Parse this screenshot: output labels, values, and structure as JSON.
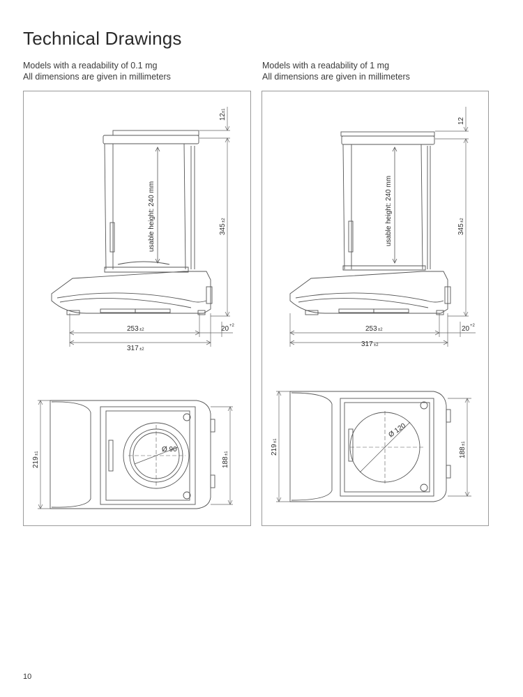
{
  "page": {
    "title": "Technical Drawings",
    "page_number": "10"
  },
  "left": {
    "caption_line1": "Models with a readability of 0.1 mg",
    "caption_line2": "All dimensions are given in millimeters",
    "dims": {
      "top_gap": "12",
      "top_gap_tol": "±1",
      "height": "345",
      "height_tol": "±2",
      "usable_height": "usable height: 240 mm",
      "foot_span": "253",
      "foot_span_tol": "±2",
      "overall_depth": "317",
      "overall_depth_tol": "±2",
      "rear": "20",
      "rear_tol": "+2",
      "pan_diameter": "Ø 90",
      "width": "219",
      "width_tol": "±1",
      "chamber_width": "188",
      "chamber_width_tol": "±1"
    }
  },
  "right": {
    "caption_line1": "Models with a readability of 1 mg",
    "caption_line2": "All dimensions are given in millimeters",
    "dims": {
      "top_gap": "12",
      "height": "345",
      "height_tol": "±2",
      "usable_height": "usable height: 240 mm",
      "foot_span": "253",
      "foot_span_tol": "±2",
      "overall_depth": "317",
      "overall_depth_tol": "±2",
      "rear": "20",
      "rear_tol": "+2",
      "pan_diameter": "Ø 120",
      "width": "219",
      "width_tol": "±1",
      "chamber_width": "188",
      "chamber_width_tol": "±1"
    }
  }
}
